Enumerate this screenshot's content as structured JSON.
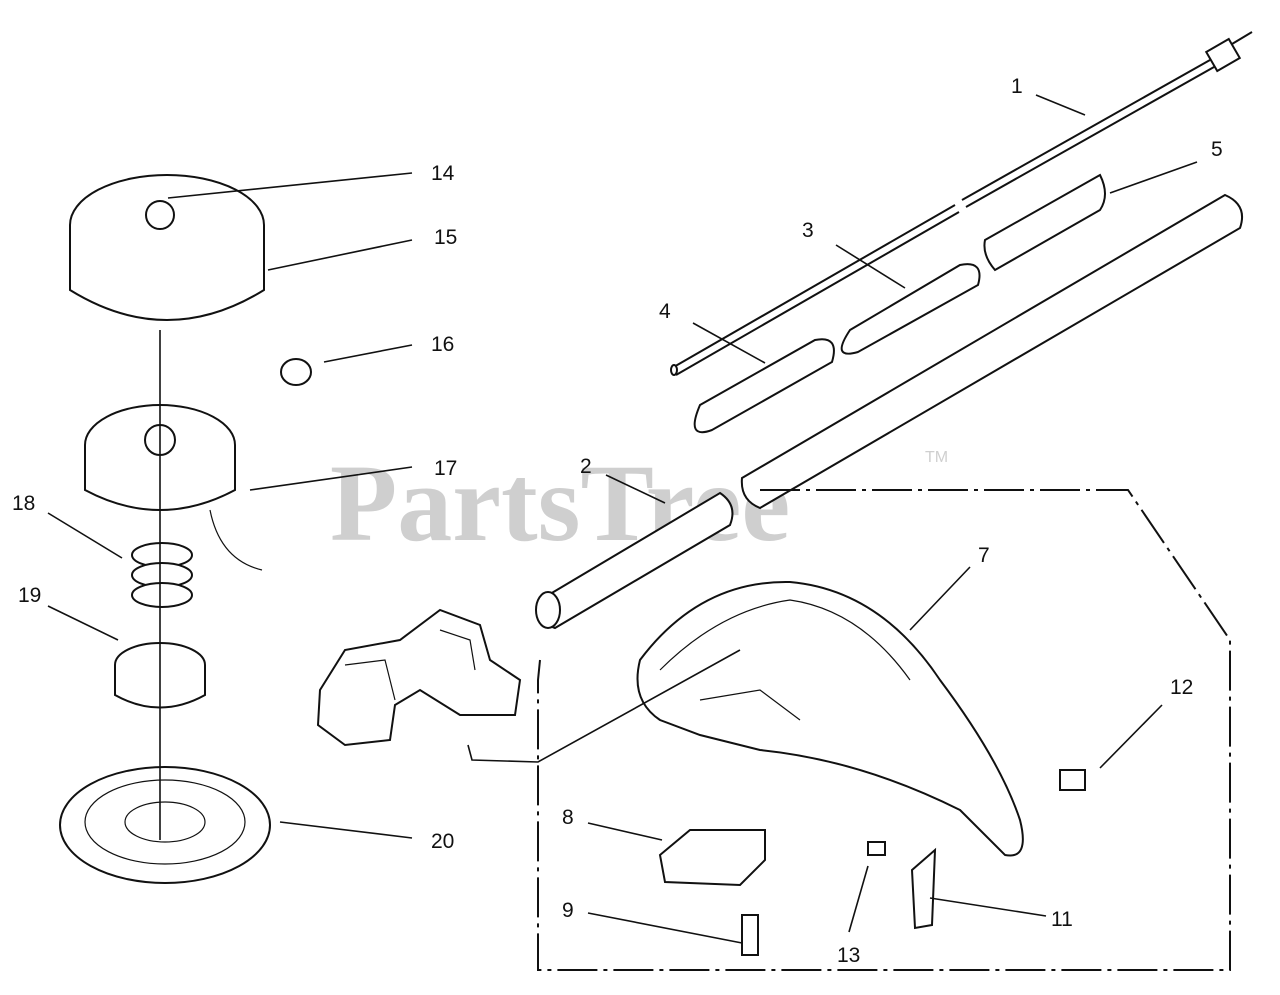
{
  "watermark": {
    "brand": "PartsTree",
    "trademark": "TM"
  },
  "callouts": [
    "1",
    "2",
    "3",
    "4",
    "5",
    "7",
    "8",
    "9",
    "11",
    "12",
    "13",
    "14",
    "15",
    "16",
    "17",
    "18",
    "19",
    "20"
  ]
}
